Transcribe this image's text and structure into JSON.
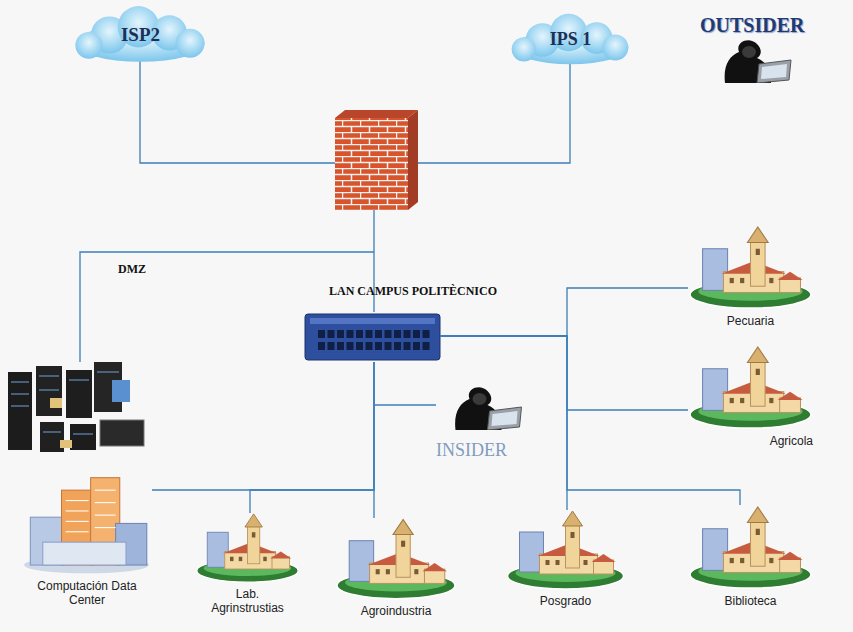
{
  "diagram": {
    "nodes": [
      {
        "text": [
          "ISP2"
        ]
      },
      {
        "text": [
          "IPS 1"
        ]
      },
      {
        "text": [
          "LAN CAMPUS POLITÈCNICO"
        ]
      },
      {
        "text": [
          "Pecuaria"
        ]
      },
      {
        "text": [
          "Agricola"
        ]
      },
      {
        "text": [
          "Computación Data Center"
        ]
      },
      {
        "text": [
          "Lab. Agrinstrustias"
        ]
      },
      {
        "text": [
          "Agroindustria"
        ]
      },
      {
        "text": [
          "Posgrado"
        ]
      },
      {
        "text": [
          "Biblioteca"
        ]
      }
    ],
    "edges": [
      {
        "from": 2,
        "to": 3,
        "arrow": "none"
      },
      {
        "from": 2,
        "to": 4,
        "arrow": "none"
      },
      {
        "from": 2,
        "to": 8,
        "arrow": "none"
      },
      {
        "from": 2,
        "to": 9,
        "arrow": "none"
      },
      {
        "from": 2,
        "to": 5,
        "arrow": "none"
      },
      {
        "from": 2,
        "to": 6,
        "arrow": "none"
      },
      {
        "from": 2,
        "to": 7,
        "arrow": "none"
      }
    ],
    "labels": [
      "OUTSIDER",
      "DMZ",
      "INSIDER"
    ]
  }
}
